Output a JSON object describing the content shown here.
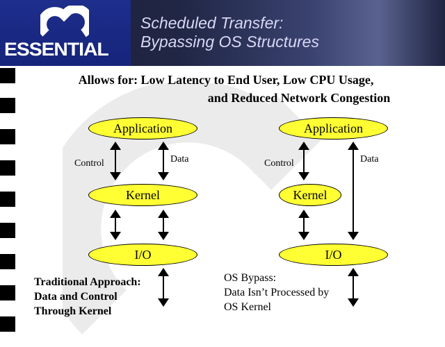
{
  "header": {
    "logo_text": "ESSENTIAL",
    "title_line1": "Scheduled Transfer:",
    "title_line2": "Bypassing OS Structures"
  },
  "subtitle": {
    "line1": "Allows for: Low Latency to End User, Low CPU Usage,",
    "line2": "and Reduced Network Congestion"
  },
  "left_diagram": {
    "application": "Application",
    "kernel": "Kernel",
    "io": "I/O",
    "control_label": "Control",
    "data_label": "Data",
    "caption": [
      "Traditional Approach:",
      "Data and Control",
      "Through Kernel"
    ]
  },
  "right_diagram": {
    "application": "Application",
    "kernel": "Kernel",
    "io": "I/O",
    "control_label": "Control",
    "data_label": "Data",
    "caption": [
      "OS Bypass:",
      "Data Isn’t Processed by",
      "OS Kernel"
    ]
  },
  "colors": {
    "ellipse": "#ffff33",
    "header": "#202644",
    "logo_panel": "#1d2e8c"
  }
}
